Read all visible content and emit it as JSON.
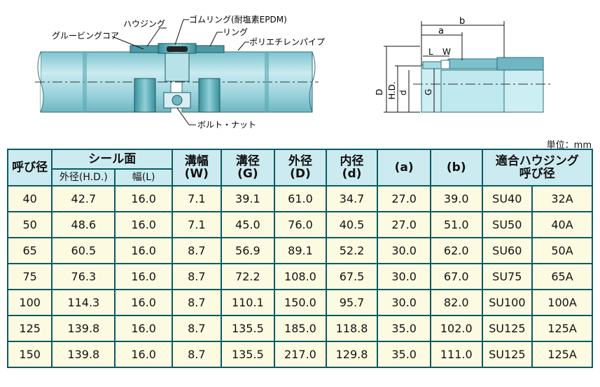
{
  "diagram": {
    "callouts": {
      "housing": "ハウジング",
      "rubber_ring": "ゴムリング(耐塩素EPDM)",
      "grooving_core": "グルービングコア",
      "ring": "リング",
      "polyethylene_pipe": "ポリエチレンパイプ",
      "bolt_nut": "ボルト・ナット"
    },
    "dimension_labels": {
      "a": "a",
      "b": "b",
      "L": "L",
      "W": "W",
      "D": "D",
      "HD": "H.D.",
      "d": "d",
      "G": "G"
    }
  },
  "unit_label": "単位：mm",
  "table": {
    "headers": {
      "nominal": "呼び径",
      "seal_surface": "シール面",
      "seal_od": "外径(H.D.)",
      "seal_width": "幅(L)",
      "groove_width_1": "溝幅",
      "groove_width_2": "(W)",
      "groove_dia_1": "溝径",
      "groove_dia_2": "(G)",
      "outer_dia_1": "外径",
      "outer_dia_2": "(D)",
      "inner_dia_1": "内径",
      "inner_dia_2": "(d)",
      "a": "(a)",
      "b": "(b)",
      "housing_1": "適合ハウジング",
      "housing_2": "呼び径"
    },
    "rows": [
      {
        "nominal": "40",
        "hd": "42.7",
        "l": "16.0",
        "w": "7.1",
        "g": "39.1",
        "D": "61.0",
        "d": "34.7",
        "a": "27.0",
        "b": "39.0",
        "su": "SU40",
        "size": "32A"
      },
      {
        "nominal": "50",
        "hd": "48.6",
        "l": "16.0",
        "w": "7.1",
        "g": "45.0",
        "D": "76.0",
        "d": "40.5",
        "a": "27.0",
        "b": "51.0",
        "su": "SU50",
        "size": "40A"
      },
      {
        "nominal": "65",
        "hd": "60.5",
        "l": "16.0",
        "w": "8.7",
        "g": "56.9",
        "D": "89.1",
        "d": "52.2",
        "a": "30.0",
        "b": "62.0",
        "su": "SU60",
        "size": "50A"
      },
      {
        "nominal": "75",
        "hd": "76.3",
        "l": "16.0",
        "w": "8.7",
        "g": "72.2",
        "D": "108.0",
        "d": "67.5",
        "a": "30.0",
        "b": "67.0",
        "su": "SU75",
        "size": "65A"
      },
      {
        "nominal": "100",
        "hd": "114.3",
        "l": "16.0",
        "w": "8.7",
        "g": "110.1",
        "D": "150.0",
        "d": "95.7",
        "a": "30.0",
        "b": "82.0",
        "su": "SU100",
        "size": "100A"
      },
      {
        "nominal": "125",
        "hd": "139.8",
        "l": "16.0",
        "w": "8.7",
        "g": "135.5",
        "D": "185.0",
        "d": "118.8",
        "a": "35.0",
        "b": "102.0",
        "su": "SU125",
        "size": "125A"
      },
      {
        "nominal": "150",
        "hd": "139.8",
        "l": "16.0",
        "w": "8.7",
        "g": "135.5",
        "D": "217.0",
        "d": "129.8",
        "a": "35.0",
        "b": "111.0",
        "su": "SU125",
        "size": "125A"
      }
    ]
  }
}
